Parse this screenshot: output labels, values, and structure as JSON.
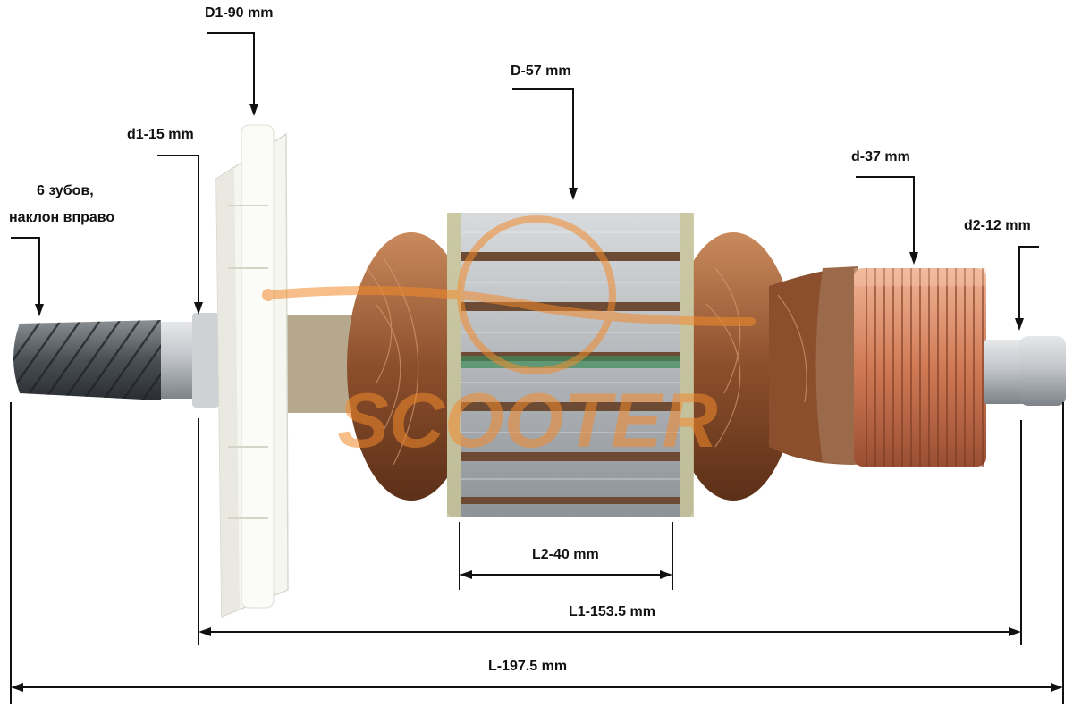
{
  "labels": {
    "teeth_line1": "6 зубов,",
    "teeth_line2": "наклон вправо",
    "fan_diameter": "D1-90 mm",
    "bearing_d1": "d1-15 mm",
    "core_diameter": "D-57 mm",
    "commutator_diameter": "d-37 mm",
    "bearing_d2": "d2-12 mm",
    "core_length": "L2-40 mm",
    "length_l1": "L1-153.5 mm",
    "total_length": "L-197.5 mm"
  },
  "watermark": {
    "text": "SCOOTER",
    "color": "#f28a2c"
  },
  "colors": {
    "copper": "#b06a3e",
    "steel": "#b9bec2",
    "fan": "#f4f4ee",
    "commutator": "#d98a66",
    "line": "#111111"
  }
}
